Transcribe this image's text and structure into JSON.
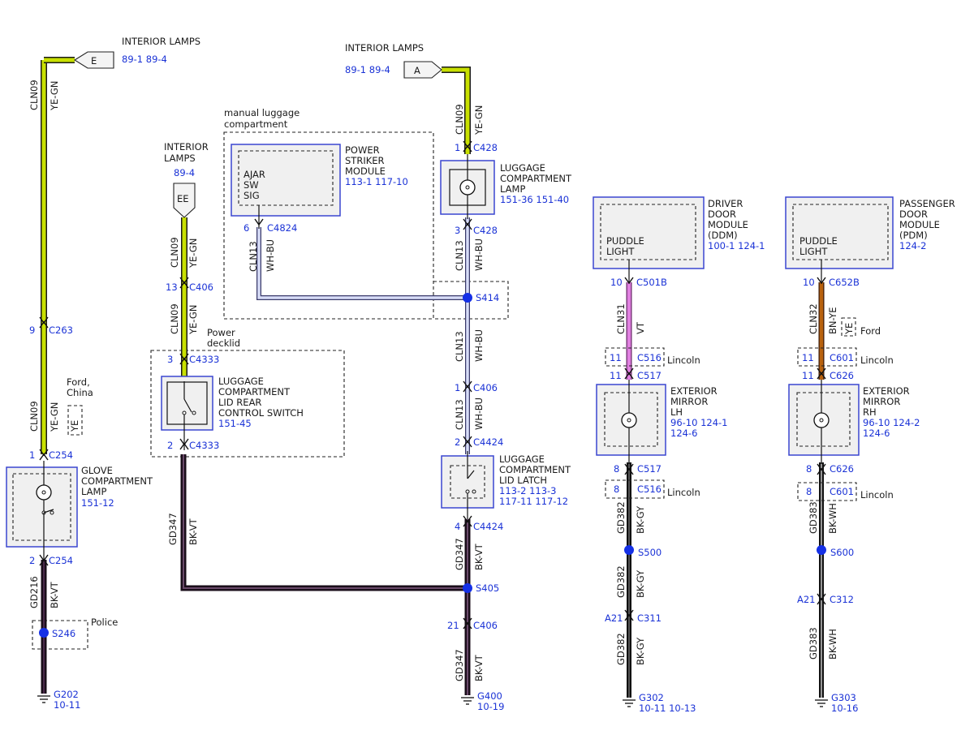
{
  "colors": {
    "wire_ye_gn": "#c8e000",
    "wire_bk_vt": "#1a0d1a",
    "wire_wh_bu": "#9aa8e8",
    "wire_vt": "#e080e0",
    "wire_bn_ye": "#b8620e",
    "wire_bk": "#111111",
    "reference_text": "#1a32d6",
    "component_border": "#3a46d0",
    "splice": "#1530e6"
  },
  "lbl": {
    "int_e_1": "INTERIOR LAMPS",
    "int_a_1": "INTERIOR LAMPS",
    "int_ee_1": "INTERIOR",
    "int_ee_2": "LAMPS",
    "manual_1": "manual luggage",
    "manual_2": "compartment",
    "power_decklid_1": "Power",
    "power_decklid_2": "decklid",
    "ford_china_1": "Ford,",
    "ford_china_2": "China",
    "police": "Police",
    "ford": "Ford",
    "lincoln_c516": "Lincoln",
    "lincoln_c601": "Lincoln",
    "lincoln_c516b": "Lincoln",
    "lincoln_c601b": "Lincoln",
    "glove_1": "GLOVE",
    "glove_2": "COMPARTMENT",
    "glove_3": "LAMP",
    "luggage_lamp_1": "LUGGAGE",
    "luggage_lamp_2": "COMPARTMENT",
    "luggage_lamp_3": "LAMP",
    "striker_1": "POWER",
    "striker_2": "STRIKER",
    "striker_3": "MODULE",
    "striker_sw_1": "AJAR",
    "striker_sw_2": "SW",
    "striker_sw_3": "SIG",
    "switch_1": "LUGGAGE",
    "switch_2": "COMPARTMENT",
    "switch_3": "LID REAR",
    "switch_4": "CONTROL SWITCH",
    "latch_1": "LUGGAGE",
    "latch_2": "COMPARTMENT",
    "latch_3": "LID LATCH",
    "ddm_1": "DRIVER",
    "ddm_2": "DOOR",
    "ddm_3": "MODULE",
    "ddm_4": "(DDM)",
    "pdm_1": "PASSENGER",
    "pdm_2": "DOOR",
    "pdm_3": "MODULE",
    "pdm_4": "(PDM)",
    "puddle_l_1": "PUDDLE",
    "puddle_l_2": "LIGHT",
    "puddle_r_1": "PUDDLE",
    "puddle_r_2": "LIGHT",
    "mirror_l_1": "EXTERIOR",
    "mirror_l_2": "MIRROR",
    "mirror_l_3": "LH",
    "mirror_r_1": "EXTERIOR",
    "mirror_r_2": "MIRROR",
    "mirror_r_3": "RH",
    "conn_e": "E",
    "conn_a": "A",
    "conn_ee": "EE",
    "ye_china": "YE",
    "ye_ford": "YE"
  },
  "ref": {
    "e_refs": "89-1   89-4",
    "a_refs": "89-1   89-4",
    "ee_refs": "89-4",
    "glove_refs": "151-12",
    "luggage_lamp_refs": "151-36  151-40",
    "striker_refs": "113-1   117-10",
    "switch_refs": "151-45",
    "latch_refs_1": "113-2   113-3",
    "latch_refs_2": "117-11  117-12",
    "ddm_refs": "100-1   124-1",
    "pdm_refs": "124-2",
    "mirror_l_refs_1": "96-10   124-1",
    "mirror_l_refs_2": "124-6",
    "mirror_r_refs_1": "96-10   124-2",
    "mirror_r_refs_2": "124-6",
    "p9": "9",
    "c263": "C263",
    "p1a": "1",
    "c254a": "C254",
    "p2a": "2",
    "c254b": "C254",
    "s246": "S246",
    "g202": "G202",
    "g202_ref": "10-11",
    "p13": "13",
    "c406a": "C406",
    "p3b": "3",
    "c4333a": "C4333",
    "p2b": "2",
    "c4333b": "C4333",
    "p6": "6",
    "c4824": "C4824",
    "p1c": "1",
    "c428a": "C428",
    "p3c": "3",
    "c428b": "C428",
    "s414": "S414",
    "p1d": "1",
    "c406b": "C406",
    "p2d": "2",
    "c4424a": "C4424",
    "p4d": "4",
    "c4424b": "C4424",
    "s405": "S405",
    "p21": "21",
    "c406c": "C406",
    "g400": "G400",
    "g400_ref": "10-19",
    "p10l": "10",
    "c501b": "C501B",
    "p11l": "11",
    "c516a": "C516",
    "p11lb": "11",
    "c517a": "C517",
    "p8l": "8",
    "c517b": "C517",
    "p8lb": "8",
    "c516b": "C516",
    "s500": "S500",
    "a21l": "A21",
    "c311": "C311",
    "g302": "G302",
    "g302_ref": "10-11   10-13",
    "p10r": "10",
    "c652b": "C652B",
    "p11r": "11",
    "c601a": "C601",
    "p11rb": "11",
    "c626a": "C626",
    "p8r": "8",
    "c626b": "C626",
    "p8rb": "8",
    "c601b": "C601",
    "s600": "S600",
    "a21r": "A21",
    "c312": "C312",
    "g303": "G303",
    "g303_ref": "10-16"
  },
  "wire": {
    "cln09_a": "CLN09",
    "yegn_a": "YE-GN",
    "cln09_b": "CLN09",
    "yegn_b": "YE-GN",
    "gd216": "GD216",
    "bkvt_a": "BK-VT",
    "cln09_c": "CLN09",
    "yegn_c": "YE-GN",
    "cln09_d": "CLN09",
    "yegn_d": "YE-GN",
    "gd347_a": "GD347",
    "bkvt_b": "BK-VT",
    "cln13_a": "CLN13",
    "whbu_a": "WH-BU",
    "cln09_e": "CLN09",
    "yegn_e": "YE-GN",
    "cln13_b": "CLN13",
    "whbu_b": "WH-BU",
    "cln13_c": "CLN13",
    "whbu_c": "WH-BU",
    "cln13_d": "CLN13",
    "whbu_d": "WH-BU",
    "gd347_b": "GD347",
    "bkvt_c": "BK-VT",
    "gd347_c": "GD347",
    "bkvt_d": "BK-VT",
    "cln31": "CLN31",
    "vt": "VT",
    "gd382_a": "GD382",
    "bkgy_a": "BK-GY",
    "gd382_b": "GD382",
    "bkgy_b": "BK-GY",
    "gd382_c": "GD382",
    "bkgy_c": "BK-GY",
    "cln32": "CLN32",
    "bnye": "BN-YE",
    "gd383_a": "GD383",
    "bkwh_a": "BK-WH",
    "gd383_b": "GD383",
    "bkwh_b": "BK-WH"
  }
}
